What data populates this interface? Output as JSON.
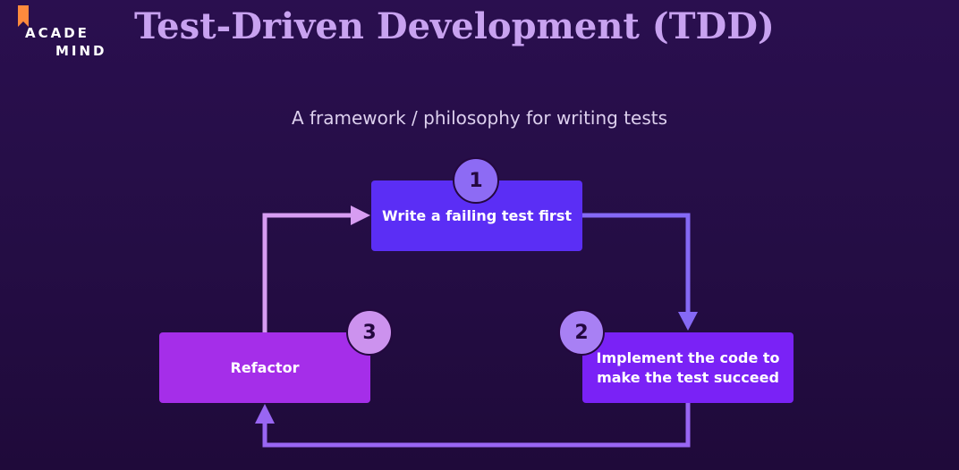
{
  "logo": {
    "line1": "ACADE",
    "line2": "MIND",
    "flag_color": "#ff8a3d"
  },
  "title": "Test-Driven Development (TDD)",
  "subtitle": "A framework / philosophy for writing tests",
  "steps": [
    {
      "number": "1",
      "label": "Write a failing test first"
    },
    {
      "number": "2",
      "label": "Implement the code to make the test succeed"
    },
    {
      "number": "3",
      "label": "Refactor"
    }
  ],
  "colors": {
    "background": "#240d44",
    "title": "#c8a2f0",
    "step1": "#5b2ef5",
    "step2": "#7a22f6",
    "step3": "#a52ee9",
    "arrow_1_to_2": "#8569f5",
    "arrow_2_to_3": "#9966f3",
    "arrow_3_to_1": "#d79df2"
  }
}
